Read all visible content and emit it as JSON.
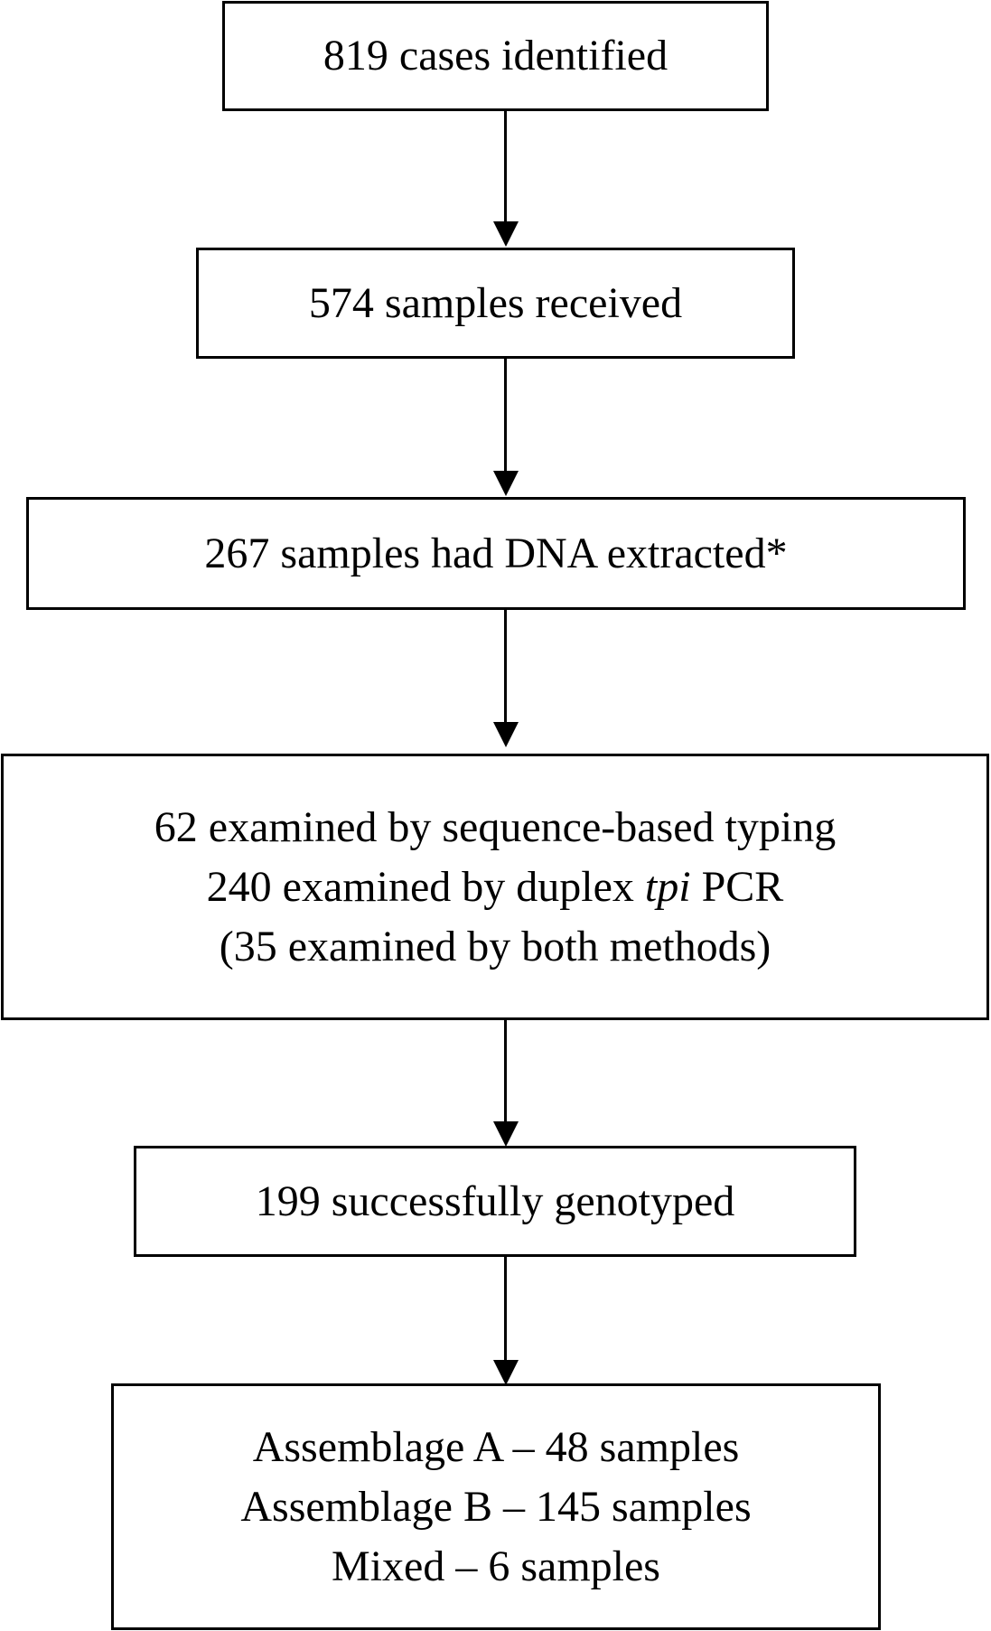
{
  "flowchart": {
    "step1": {
      "text": "819 cases identified"
    },
    "step2": {
      "text": "574 samples received"
    },
    "step3": {
      "text": "267 samples had DNA extracted*"
    },
    "step4": {
      "line1": "62 examined by sequence-based typing",
      "line2_prefix": "240 examined by duplex ",
      "line2_italic": "tpi",
      "line2_suffix": " PCR",
      "line3": "(35 examined by both methods)"
    },
    "step5": {
      "text": "199 successfully genotyped"
    },
    "step6": {
      "line1": "Assemblage A – 48 samples",
      "line2": "Assemblage B – 145 samples",
      "line3": "Mixed – 6 samples"
    }
  }
}
